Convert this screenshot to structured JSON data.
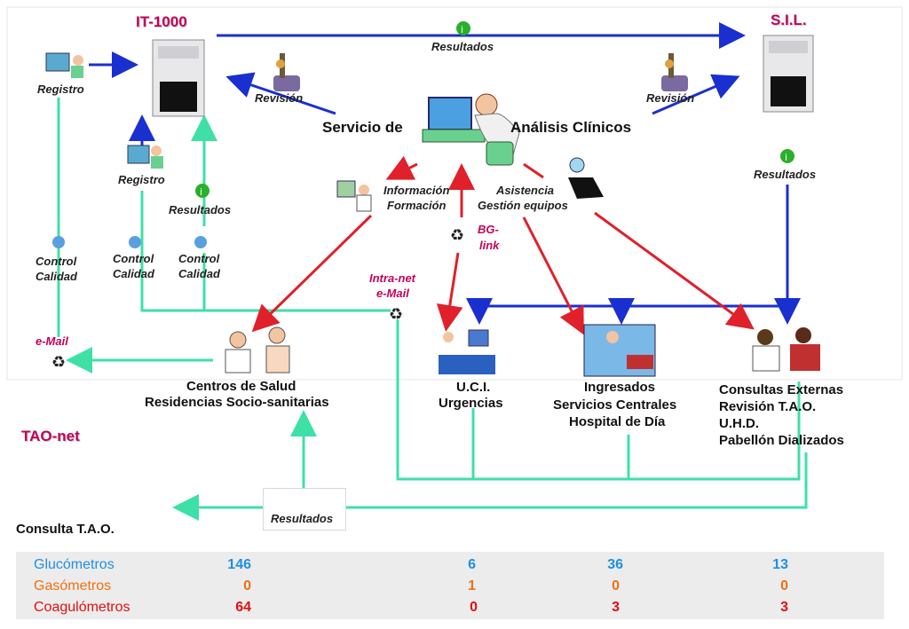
{
  "nodes": {
    "it1000": "IT-1000",
    "sil": "S.I.L.",
    "tao_net": "TAO-net",
    "consulta_tao": "Consulta T.A.O.",
    "servicio_left": "Servicio de",
    "servicio_right": "Análisis Clínicos",
    "centros": [
      "Centros de Salud",
      "Residencias Socio-sanitarias"
    ],
    "uci": [
      "U.C.I.",
      "Urgencias"
    ],
    "ingresados": [
      "Ingresados",
      "Servicios Centrales",
      "Hospital de Día"
    ],
    "consultas": [
      "Consultas Externas",
      "Revisión T.A.O.",
      "U.H.D.",
      "Pabellón Dializados"
    ]
  },
  "labels": {
    "resultados": "Resultados",
    "revision": "Revisión",
    "registro": "Registro",
    "control": "Control",
    "calidad": "Calidad",
    "informacion": "Información",
    "formacion": "Formación",
    "asistencia": "Asistencia",
    "gestion": "Gestión equipos",
    "bg1": "BG-",
    "bg2": "link",
    "intranet1": "Intra-net",
    "intranet2": "e-Mail",
    "email": "e-Mail"
  },
  "colors": {
    "blue": "#1a2fd0",
    "green": "#3ee0a6",
    "red": "#e0202a",
    "pink": "#c4005a",
    "glucometros": "#1e90e0",
    "gasometros": "#f07010",
    "coagulometros": "#e01010"
  },
  "table": {
    "rows": [
      {
        "name": "Glucómetros",
        "values": [
          "146",
          "6",
          "36",
          "13"
        ]
      },
      {
        "name": "Gasómetros",
        "values": [
          "0",
          "1",
          "0",
          "0"
        ]
      },
      {
        "name": "Coagulómetros",
        "values": [
          "64",
          "0",
          "3",
          "3"
        ]
      }
    ]
  }
}
